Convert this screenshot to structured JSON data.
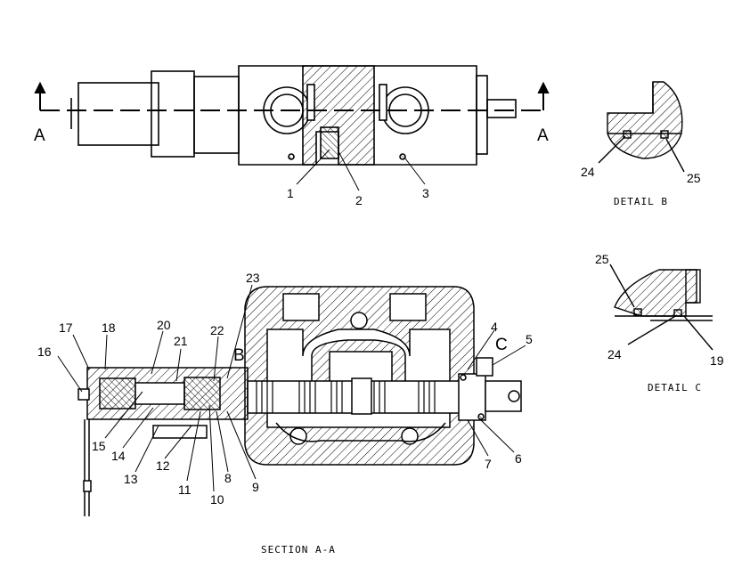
{
  "section_markers": {
    "left": "A",
    "right": "A"
  },
  "top_callouts": [
    "1",
    "2",
    "3"
  ],
  "detail_b": {
    "caption": "DETAIL B",
    "callouts": [
      "24",
      "25"
    ]
  },
  "detail_c": {
    "caption": "DETAIL C",
    "callouts": [
      "25",
      "24",
      "19"
    ]
  },
  "section": {
    "caption": "SECTION A-A",
    "detail_refs": {
      "b": "B",
      "c": "C"
    },
    "callouts": {
      "n4": "4",
      "n5": "5",
      "n6": "6",
      "n7": "7",
      "n8": "8",
      "n9": "9",
      "n10": "10",
      "n11": "11",
      "n12": "12",
      "n13": "13",
      "n14": "14",
      "n15": "15",
      "n16": "16",
      "n17": "17",
      "n18": "18",
      "n20": "20",
      "n21": "21",
      "n22": "22",
      "n23": "23"
    }
  }
}
